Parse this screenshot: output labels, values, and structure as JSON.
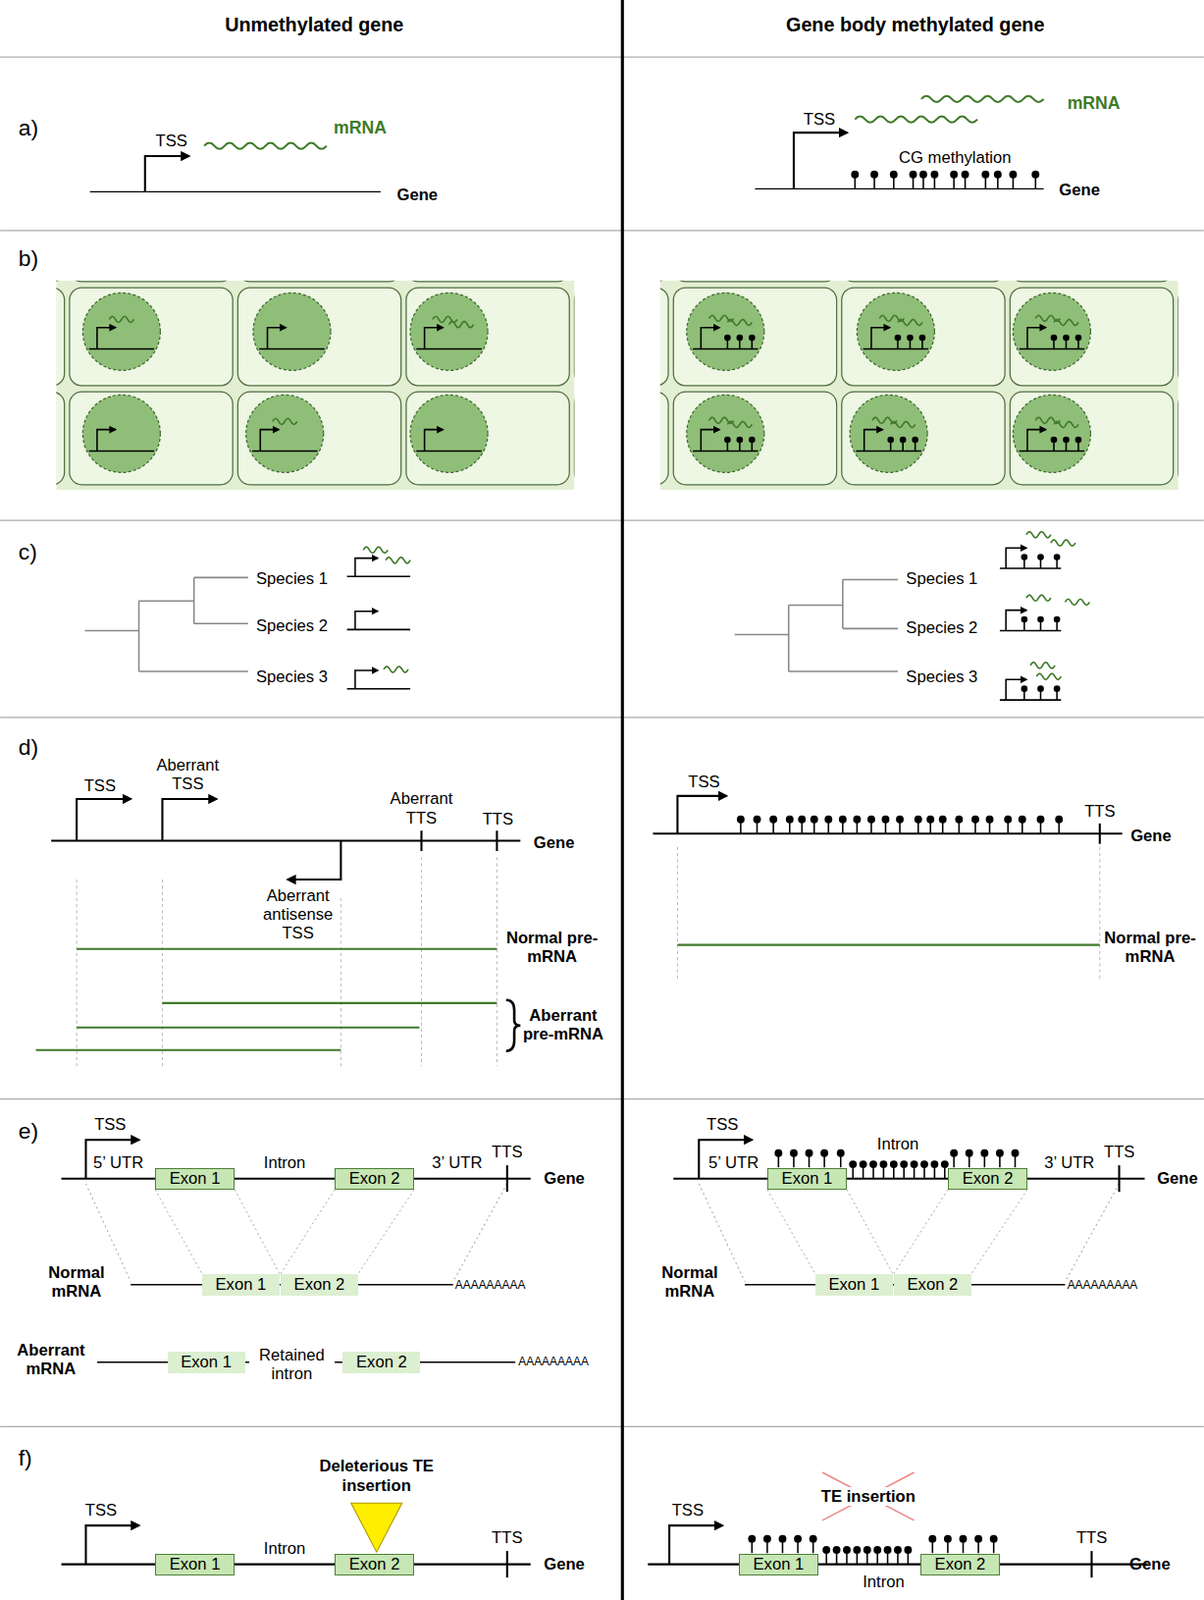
{
  "diagram": {
    "nodes": [
      {
        "text": [
          "Exon 1"
        ]
      },
      {
        "text": [
          "Exon 2"
        ]
      },
      {
        "text": [
          "Exon 1"
        ]
      },
      {
        "text": [
          "Exon 2"
        ]
      },
      {
        "text": [
          "Exon 1"
        ]
      },
      {
        "text": [
          "Exon 2"
        ]
      },
      {
        "text": [
          "Exon 1"
        ]
      },
      {
        "text": [
          "Exon 2"
        ]
      },
      {
        "text": [
          "Exon 1"
        ]
      },
      {
        "text": [
          "Exon 2"
        ]
      },
      {
        "text": [
          "Exon 1"
        ]
      },
      {
        "text": [
          "Exon 2"
        ]
      },
      {
        "text": [
          "Exon 1"
        ]
      },
      {
        "text": [
          "Exon 2"
        ]
      }
    ],
    "edges": [
      {
        "from": 0,
        "to": 2,
        "arrow": "none"
      },
      {
        "from": 1,
        "to": 3,
        "arrow": "none"
      },
      {
        "from": 6,
        "to": 8,
        "arrow": "none"
      },
      {
        "from": 7,
        "to": 9,
        "arrow": "none"
      }
    ],
    "labels": [
      "Unmethylated gene",
      "Gene body methylated gene",
      "a)",
      "TSS",
      "mRNA",
      "Gene",
      "TSS",
      "mRNA",
      "CG methylation",
      "Gene",
      "b)",
      "c)",
      "Species 1",
      "Species 2",
      "Species 3",
      "Species 1",
      "Species 2",
      "Species 3",
      "d)",
      "TSS",
      "Aberrant TSS",
      "Aberrant TTS",
      "TTS",
      "Gene",
      "Aberrant antisense TSS",
      "Normal pre-mRNA",
      "Aberrant pre-mRNA",
      "TSS",
      "TTS",
      "Gene",
      "Normal pre-mRNA",
      "e)",
      "TSS",
      "5’ UTR",
      "Intron",
      "3’ UTR",
      "TTS",
      "Gene",
      "Normal mRNA",
      "AAAAAAAAA",
      "Aberrant mRNA",
      "Retained intron",
      "AAAAAAAAA",
      "TSS",
      "5’ UTR",
      "Intron",
      "3’ UTR",
      "TTS",
      "Gene",
      "Normal mRNA",
      "AAAAAAAAA",
      "f)",
      "Deleterious TE insertion",
      "TSS",
      "Intron",
      "TTS",
      "Gene",
      "TSS",
      "TE insertion",
      "TTS",
      "Intron",
      "Gene"
    ]
  }
}
